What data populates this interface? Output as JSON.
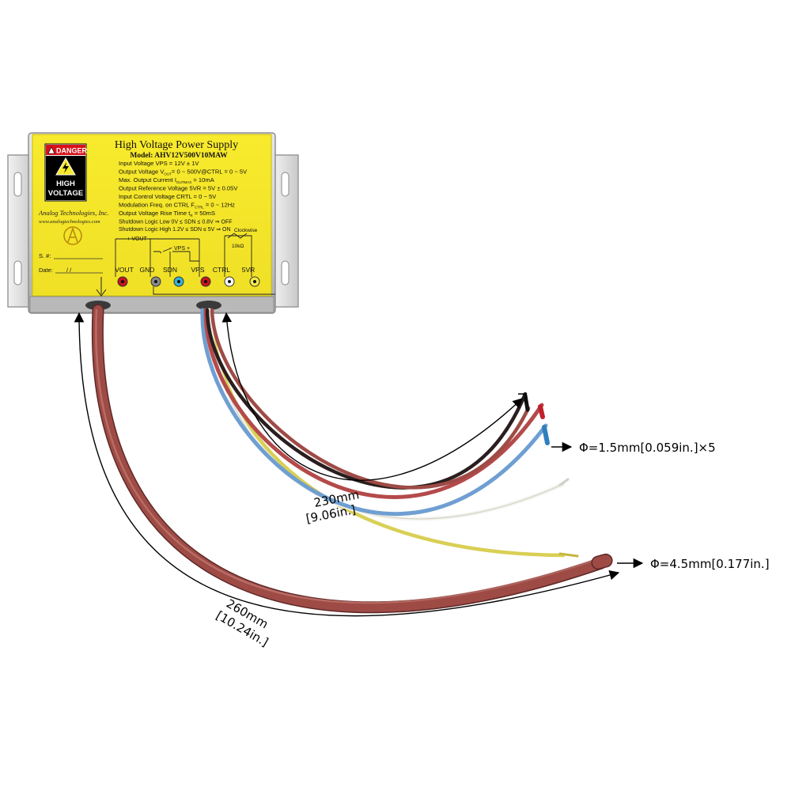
{
  "label": {
    "danger": "DANGER",
    "high": "HIGH",
    "voltage": "VOLTAGE",
    "title": "High Voltage Power Supply",
    "model": "Model: AHV12V500V10MAW",
    "specs": [
      "Input Voltage VPS = 12V ± 1V",
      "Output Voltage V",
      "Max. Output Current I",
      "Output Reference Voltage 5VR = 5V ± 0.05V",
      "Input Control Voltage CRTL = 0 ~ 5V",
      "Modulation Freq. on CTRL F",
      "Output Voltage Rise Time t",
      "Shutdown Logic Low 0V ≤ SDN ≤ 0.8V ⇒ OFF",
      "Shutdown Logic High 1.2V ≤ SDN ≤ 5V ⇒ ON"
    ],
    "spec_sub": [
      "OUT",
      "OUTMAX",
      "CTRL",
      "R"
    ],
    "spec_tail": [
      "= 0 ~ 500V@CTRL = 0 ~ 5V",
      " = 10mA",
      " = 0 ~ 12Hz",
      " = 50mS"
    ],
    "company": "Analog Technologies, Inc.",
    "website": "www.analogtechnologies.com",
    "sn": "S. #:",
    "date": "Date:",
    "date_sep": "/       /",
    "vout_bus": "+ VOUT −",
    "vps_bus": "− VPS +",
    "clockwise": "Clockwise",
    "pot": "10kΩ",
    "pins": [
      "VOUT",
      "GND",
      "SDN",
      "VPS",
      "CTRL",
      "5VR"
    ]
  },
  "dimensions": {
    "bundle_length_mm": "230mm",
    "bundle_length_in": "[9.06in.]",
    "hv_length_mm": "260mm",
    "hv_length_in": "[10.24in.]",
    "small_wire_dia": "Φ=1.5mm[0.059in.]×5",
    "hv_wire_dia": "Φ=4.5mm[0.177in.]"
  },
  "colors": {
    "label_yellow": "#f6e82a",
    "pin_vout": "#c8141e",
    "pin_gnd": "#8a8a8a",
    "pin_sdn": "#36b4d8",
    "pin_vps": "#c8141e",
    "pin_ctrl": "#ffffff",
    "pin_5vr": "#f3e94a",
    "hv_cable": "#9e4b46",
    "wire_red": "#b44a4a",
    "wire_blue": "#6f9fd2",
    "wire_black": "#2a1e1e",
    "wire_white": "#f4f4ee",
    "wire_yellow": "#d9cf55"
  }
}
